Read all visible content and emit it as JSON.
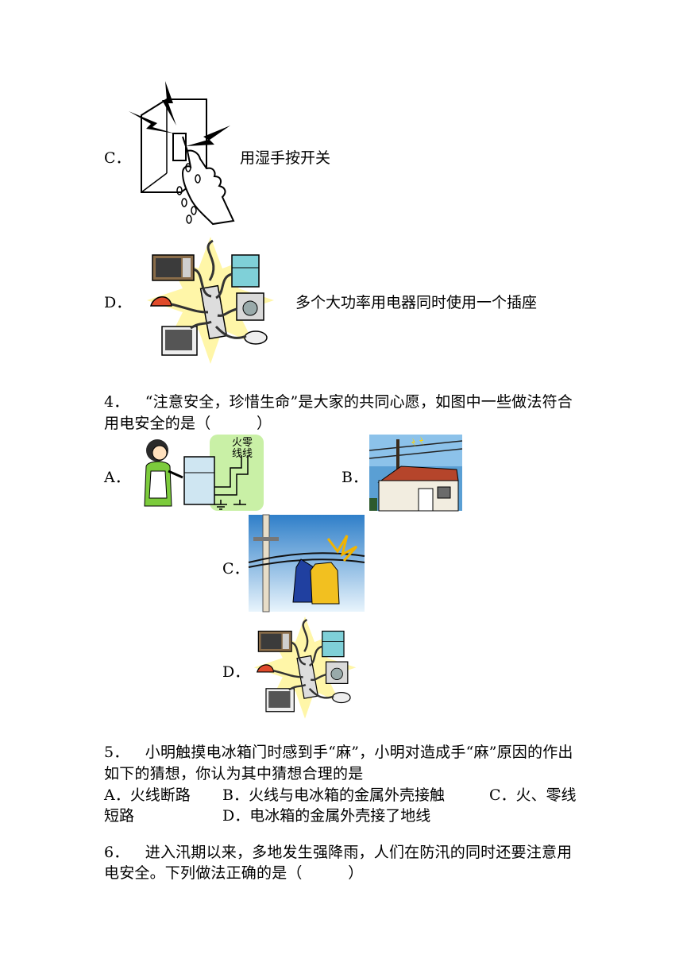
{
  "q3_continued": {
    "option_c": {
      "letter": "C．",
      "text": "用湿手按开关",
      "illustration": "wet-hand-switch-icon"
    },
    "option_d": {
      "letter": "D．",
      "text": "多个大功率用电器同时使用一个插座",
      "illustration": "overloaded-socket-icon"
    }
  },
  "q4": {
    "number": "4．",
    "stem_line1": "“注意安全，珍惜生命”是大家的共同心愿，如图中一些做法符合",
    "stem_line2": "用电安全的是（　　　）",
    "options": [
      {
        "letter": "A．",
        "illustration": "grounded-refrigerator-icon",
        "caption_top": "火零",
        "caption_bottom": "线线"
      },
      {
        "letter": "B．",
        "illustration": "house-power-line-icon"
      },
      {
        "letter": "C．",
        "illustration": "clothes-on-wire-icon"
      },
      {
        "letter": "D．",
        "illustration": "overloaded-socket-icon"
      }
    ]
  },
  "q5": {
    "number": "5．",
    "stem_line1": "小明触摸电冰箱门时感到手“麻”，小明对造成手“麻”原因的作出",
    "stem_line2": "如下的猜想，你认为其中猜想合理的是",
    "opt_a": "A．火线断路",
    "opt_b": "B．火线与电冰箱的金属外壳接触",
    "opt_c_1": "C．火、零线",
    "opt_c_2": "短路",
    "opt_d": "D．电冰箱的金属外壳接了地线"
  },
  "q6": {
    "number": "6．",
    "stem_line1": "进入汛期以来，多地发生强降雨，人们在防汛的同时还要注意用",
    "stem_line2": "电安全。下列做法正确的是（　　　）"
  }
}
